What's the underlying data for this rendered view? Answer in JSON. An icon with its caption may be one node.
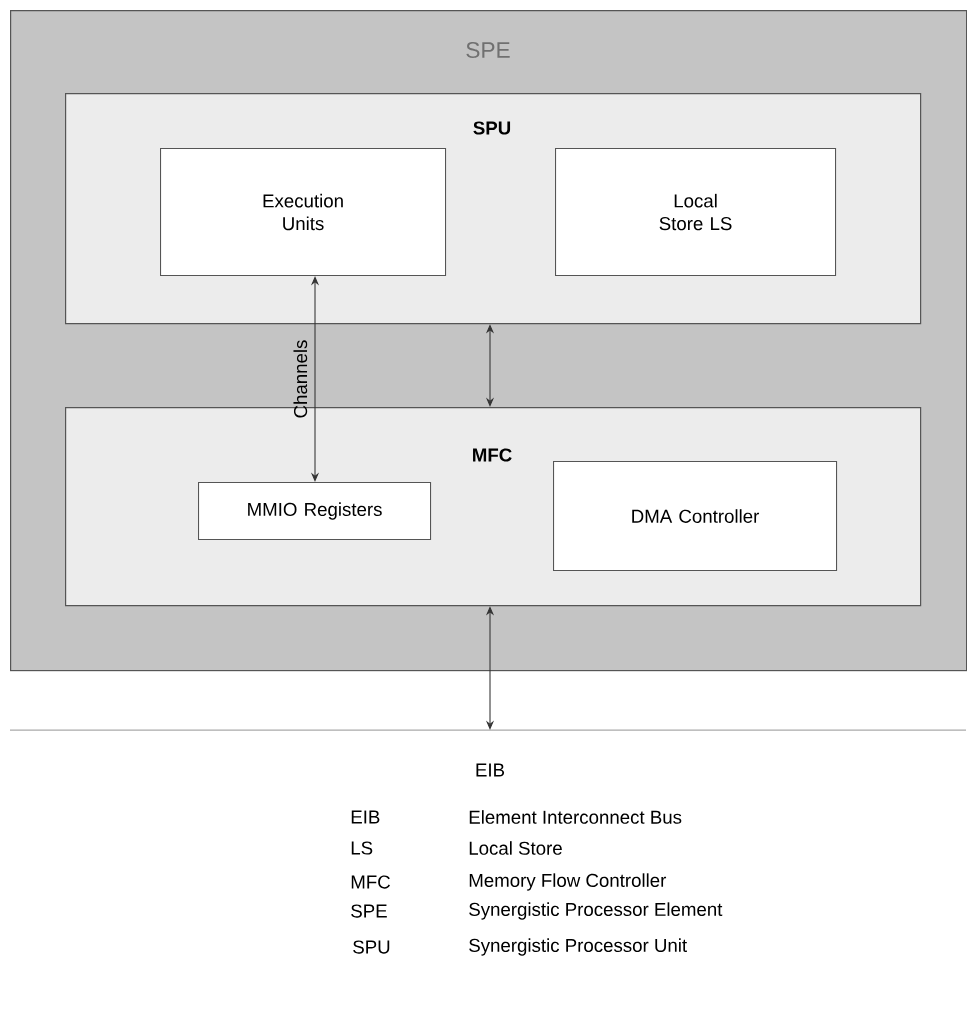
{
  "diagram": {
    "nodes": [
      {
        "text": [
          "SPE"
        ]
      },
      {
        "text": [
          "SPU"
        ],
        "in": 0
      },
      {
        "text": [
          "Execution Units"
        ],
        "in": 1
      },
      {
        "text": [
          "Local Store LS"
        ],
        "in": 1
      },
      {
        "text": [
          "MFC"
        ],
        "in": 0
      },
      {
        "text": [
          "MMIO Registers"
        ],
        "in": 4
      },
      {
        "text": [
          "DMA Controller"
        ],
        "in": 4
      },
      {
        "text": [
          "EIB"
        ]
      }
    ],
    "edges": [
      {
        "from": 2,
        "to": 5,
        "arrow": "both",
        "label": "Channels"
      },
      {
        "from": 1,
        "to": 4,
        "arrow": "both"
      },
      {
        "from": 4,
        "to": 7,
        "arrow": "both"
      }
    ],
    "labels": [
      "EIB",
      "Element Interconnect Bus",
      "LS",
      "Local Store",
      "MFC",
      "Memory Flow Controller",
      "SPE",
      "Synergistic Processor Element",
      "SPU",
      "Synergistic Processor Unit"
    ]
  }
}
